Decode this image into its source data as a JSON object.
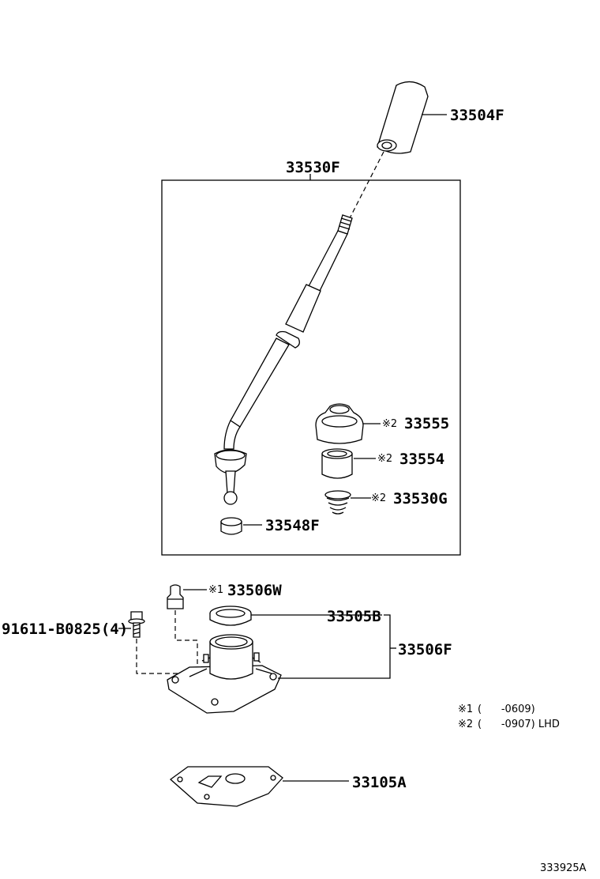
{
  "callouts": {
    "knob": {
      "number": "33504F",
      "mark": ""
    },
    "lever_assy": {
      "number": "33530F",
      "mark": ""
    },
    "boot": {
      "number": "33555",
      "mark": "※2"
    },
    "bushing": {
      "number": "33554",
      "mark": "※2"
    },
    "spring": {
      "number": "33530G",
      "mark": "※2"
    },
    "seat": {
      "number": "33548F",
      "mark": ""
    },
    "pin": {
      "number": "33506W",
      "mark": "※1"
    },
    "bolt": {
      "number": "91611-B0825(4)",
      "mark": ""
    },
    "retainer_seal": {
      "number": "33505B",
      "mark": ""
    },
    "housing": {
      "number": "33506F",
      "mark": ""
    },
    "gasket": {
      "number": "33105A",
      "mark": ""
    }
  },
  "notes": [
    {
      "mark": "※1",
      "text": "(      -0609)"
    },
    {
      "mark": "※2",
      "text": "(      -0907) LHD"
    }
  ],
  "diagram_id": "333925A"
}
